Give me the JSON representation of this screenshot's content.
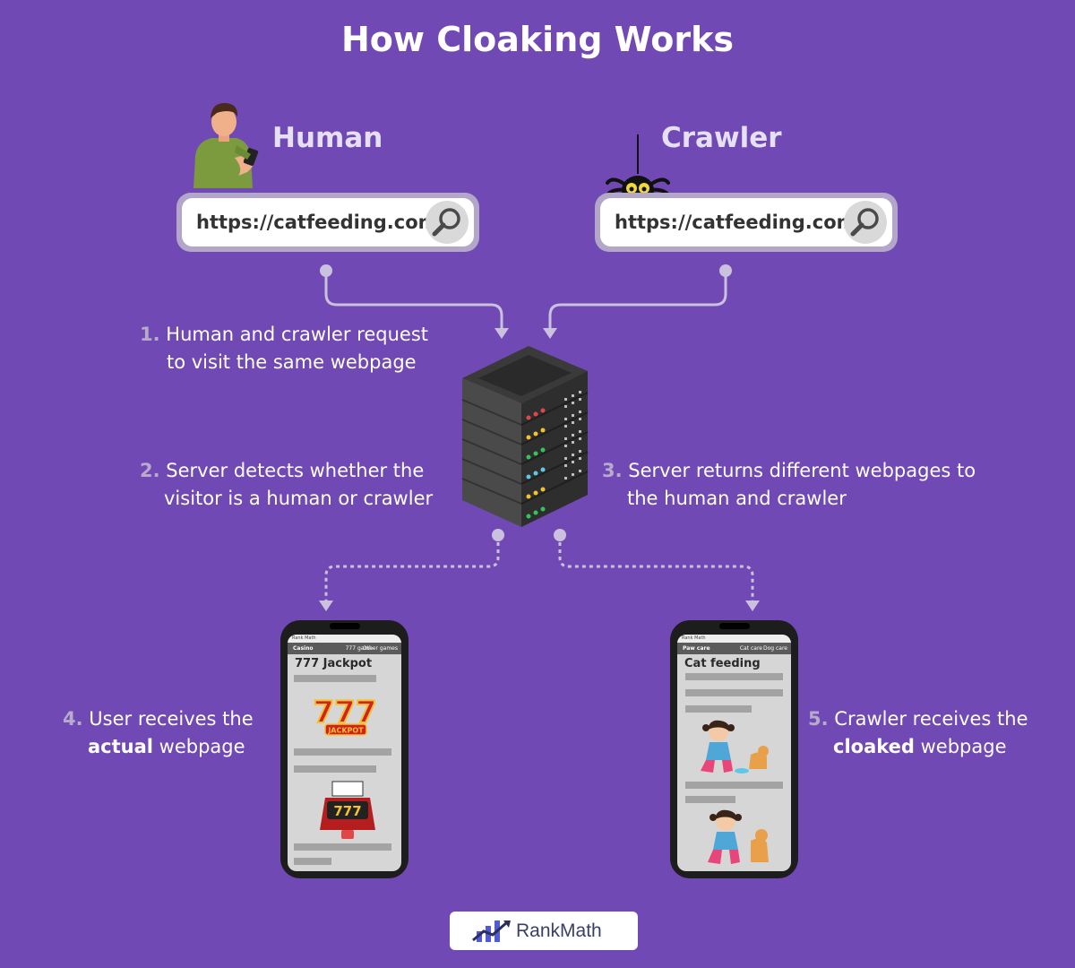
{
  "title": "How Cloaking Works",
  "human": {
    "label": "Human",
    "url": "https://catfeeding.com"
  },
  "crawler": {
    "label": "Crawler",
    "url": "https://catfeeding.com"
  },
  "steps": [
    {
      "num": "1.",
      "lines": [
        "Human and crawler request",
        "to visit the same webpage"
      ]
    },
    {
      "num": "2.",
      "lines": [
        "Server detects whether the",
        "visitor is a human or crawler"
      ]
    },
    {
      "num": "3.",
      "lines": [
        "Server returns different webpages to",
        "the human and crawler"
      ]
    },
    {
      "num": "4.",
      "line1": "User receives the",
      "bold": "actual",
      "rest": "webpage"
    },
    {
      "num": "5.",
      "line1": "Crawler receives the",
      "bold": "cloaked",
      "rest": "webpage"
    }
  ],
  "phone_user": {
    "status_left": "Rank Math",
    "brand": "Casino",
    "link1": "777 game",
    "link2": "Other games",
    "heading": "777 Jackpot",
    "jackpot_text": "JACKPOT",
    "slot_text": "777"
  },
  "phone_crawler": {
    "status_left": "Rank Math",
    "brand": "Paw care",
    "link1": "Cat care",
    "link2": "Dog care",
    "heading": "Cat feeding"
  },
  "logo": {
    "text": "RankMath"
  },
  "colors": {
    "background": "#7149b5",
    "connector": "#c9c1dd",
    "led_red": "#e04848",
    "led_yellow": "#f2c230",
    "led_green": "#35c45a",
    "led_blue": "#5fc8e8"
  },
  "icons": [
    "person-icon",
    "spider-icon",
    "search-icon",
    "server-icon",
    "rankmath-logo-icon"
  ]
}
